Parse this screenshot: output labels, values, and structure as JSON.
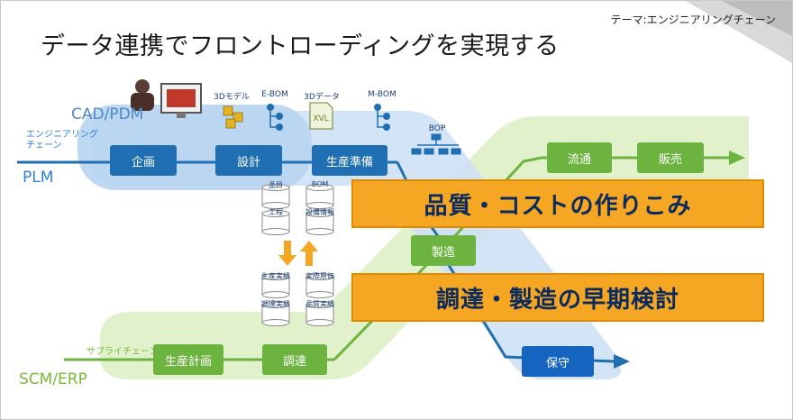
{
  "title": "データ連携でフロントローディングを実現する",
  "theme": "テーマ:エンジニアリングチェーン",
  "labels": {
    "cad_pdm": "CAD/PDM",
    "plm": "PLM",
    "scm_erp": "SCM/ERP",
    "engineering_chain": "エンジニアリング チェーン",
    "supply_chain": "サプライチェーン"
  },
  "plm_nodes": {
    "planning": "企画",
    "design": "設計",
    "production_prep": "生産準備"
  },
  "scm_nodes": {
    "production_plan": "生産計画",
    "procurement": "調達"
  },
  "center_nodes": {
    "manufacturing": "製造",
    "distribution": "流通",
    "sales": "販売",
    "maintenance": "保守"
  },
  "doc_labels": {
    "model_3d": "3Dモデル",
    "ebom": "E-BOM",
    "data_3d": "3Dデータ",
    "mbom": "M-BOM",
    "bop": "BOP",
    "xvl": "XVL"
  },
  "db_labels": {
    "item": "品目",
    "bom": "BOM",
    "process": "工程",
    "equipment_info": "設備情報",
    "production_actual": "生産実績",
    "actual_cost": "実際原価",
    "procurement_actual": "調達実績",
    "quality_actual": "品質実績"
  },
  "banners": {
    "top": "品質・コストの作りこみ",
    "bottom": "調達・製造の早期検討"
  },
  "colors": {
    "plm_blue": "#1f6fb2",
    "scm_green": "#6db33f",
    "band_blue": "#cfe2f6",
    "band_green": "#dff0c8",
    "banner_orange": "#f5a623",
    "banner_text": "#0b2a5e",
    "arrow_orange": "#f5a623"
  },
  "icons": {
    "person": "person-at-computer-icon",
    "cube": "3d-model-cube-icon",
    "tree": "bom-tree-icon",
    "xvl": "xvl-file-icon",
    "database": "database-cylinder-icon"
  }
}
